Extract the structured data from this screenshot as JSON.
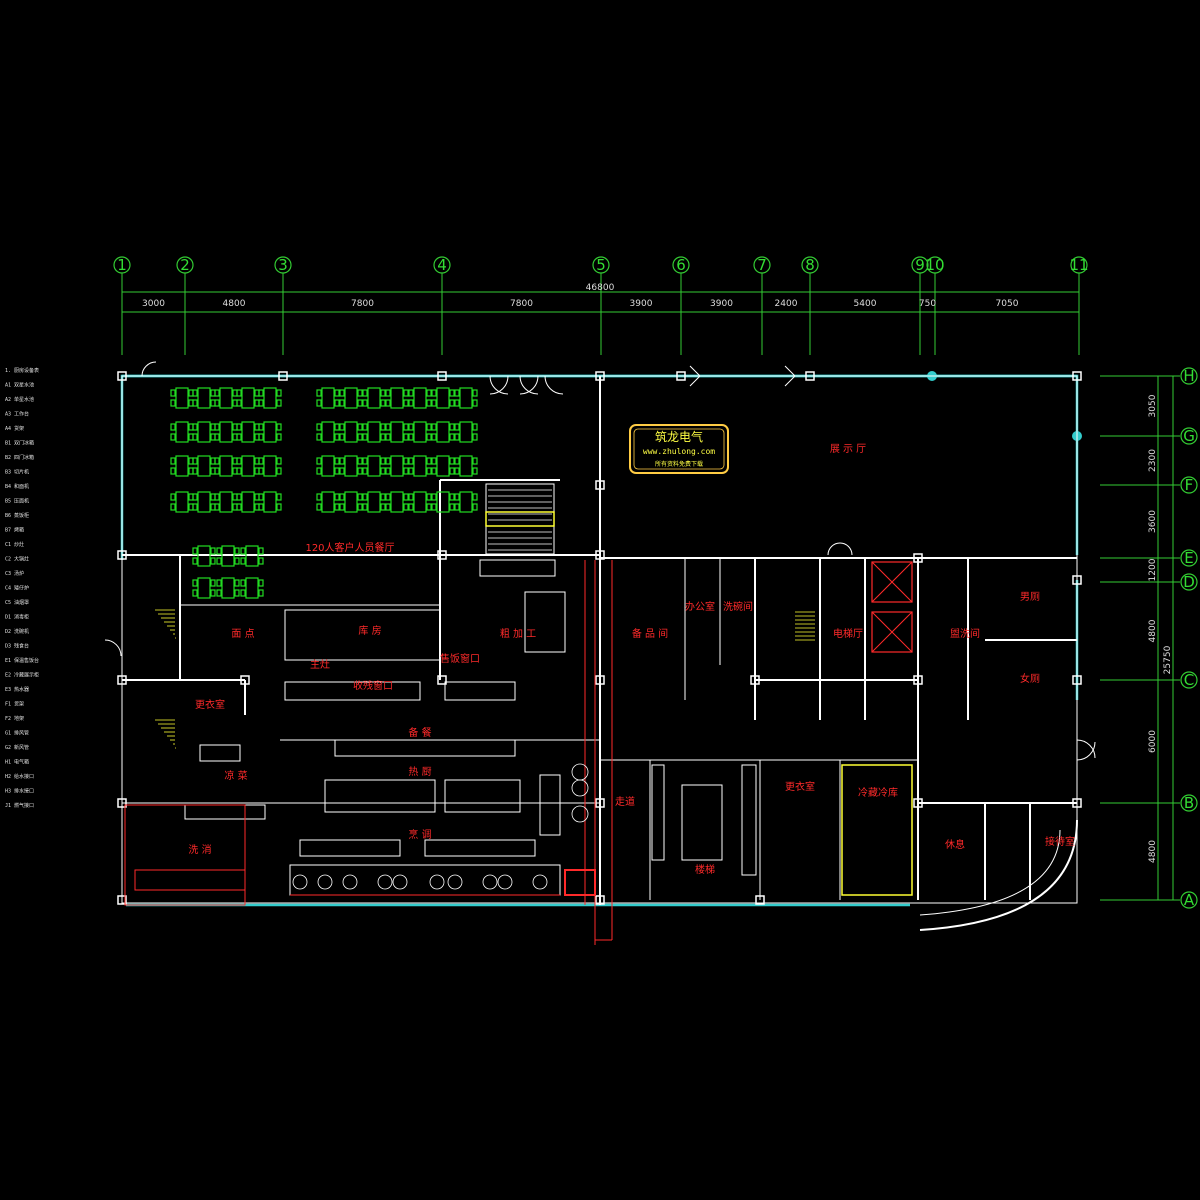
{
  "axes_top": [
    "1",
    "2",
    "3",
    "4",
    "5",
    "6",
    "7",
    "8",
    "9",
    "10",
    "11"
  ],
  "axes_right": [
    "H",
    "G",
    "F",
    "E",
    "D",
    "C",
    "B",
    "A"
  ],
  "dims_top": {
    "total": "46800",
    "spans": [
      "3000",
      "4800",
      "7800",
      "7800",
      "3900",
      "3900",
      "2400",
      "5400",
      "750",
      "7050"
    ]
  },
  "dims_right": {
    "total": "25750",
    "spans": [
      "3050",
      "2300",
      "3600",
      "1200",
      "4800",
      "6000",
      "4800"
    ]
  },
  "watermark": {
    "title": "筑龙电气",
    "url": "www.zhulong.com",
    "note": "所有资料免费下载"
  },
  "rooms": {
    "dining_hall": "120人客户人员餐厅",
    "lobby": "展 示 厅",
    "bakery": "面 点",
    "rough_process": "粗 加 工",
    "hot_kitchen": "热 厨",
    "cold_dish": "凉 菜",
    "dish_wash": "洗 消",
    "serving": "备 餐",
    "storage": "库 房",
    "staff": "更衣室",
    "office": "办公室",
    "elevator_hall": "电梯厅",
    "toilet_m": "男厕",
    "toilet_f": "女厕",
    "washroom": "盥洗间",
    "pantry": "备 品 间",
    "corridor": "走道",
    "cold_storage": "冷藏冷库",
    "rest": "休息",
    "reception": "接待室",
    "cooking": "烹 调",
    "stove": "主灶",
    "washing_area": "洗碗间",
    "window1": "售饭窗口",
    "window2": "收残窗口",
    "stair": "楼梯"
  },
  "legend": [
    "1. 厨房设备表",
    "A1 双星水池",
    "A2 单星水池",
    "A3 工作台",
    "A4 货架",
    "B1 双门冰箱",
    "B2 四门冰箱",
    "B3 切片机",
    "B4 和面机",
    "B5 压面机",
    "B6 蒸饭柜",
    "B7 烤箱",
    "C1 炒灶",
    "C2 大锅灶",
    "C3 汤炉",
    "C4 矮仔炉",
    "C5 油烟罩",
    "D1 消毒柜",
    "D2 洗碗机",
    "D3 残食台",
    "E1 保温售饭台",
    "E2 冷藏展示柜",
    "E3 热水器",
    "F1 货架",
    "F2 地架",
    "G1 排风管",
    "G2 新风管",
    "H1 电气箱",
    "H2 给水接口",
    "H3 排水接口",
    "J1 燃气接口"
  ]
}
